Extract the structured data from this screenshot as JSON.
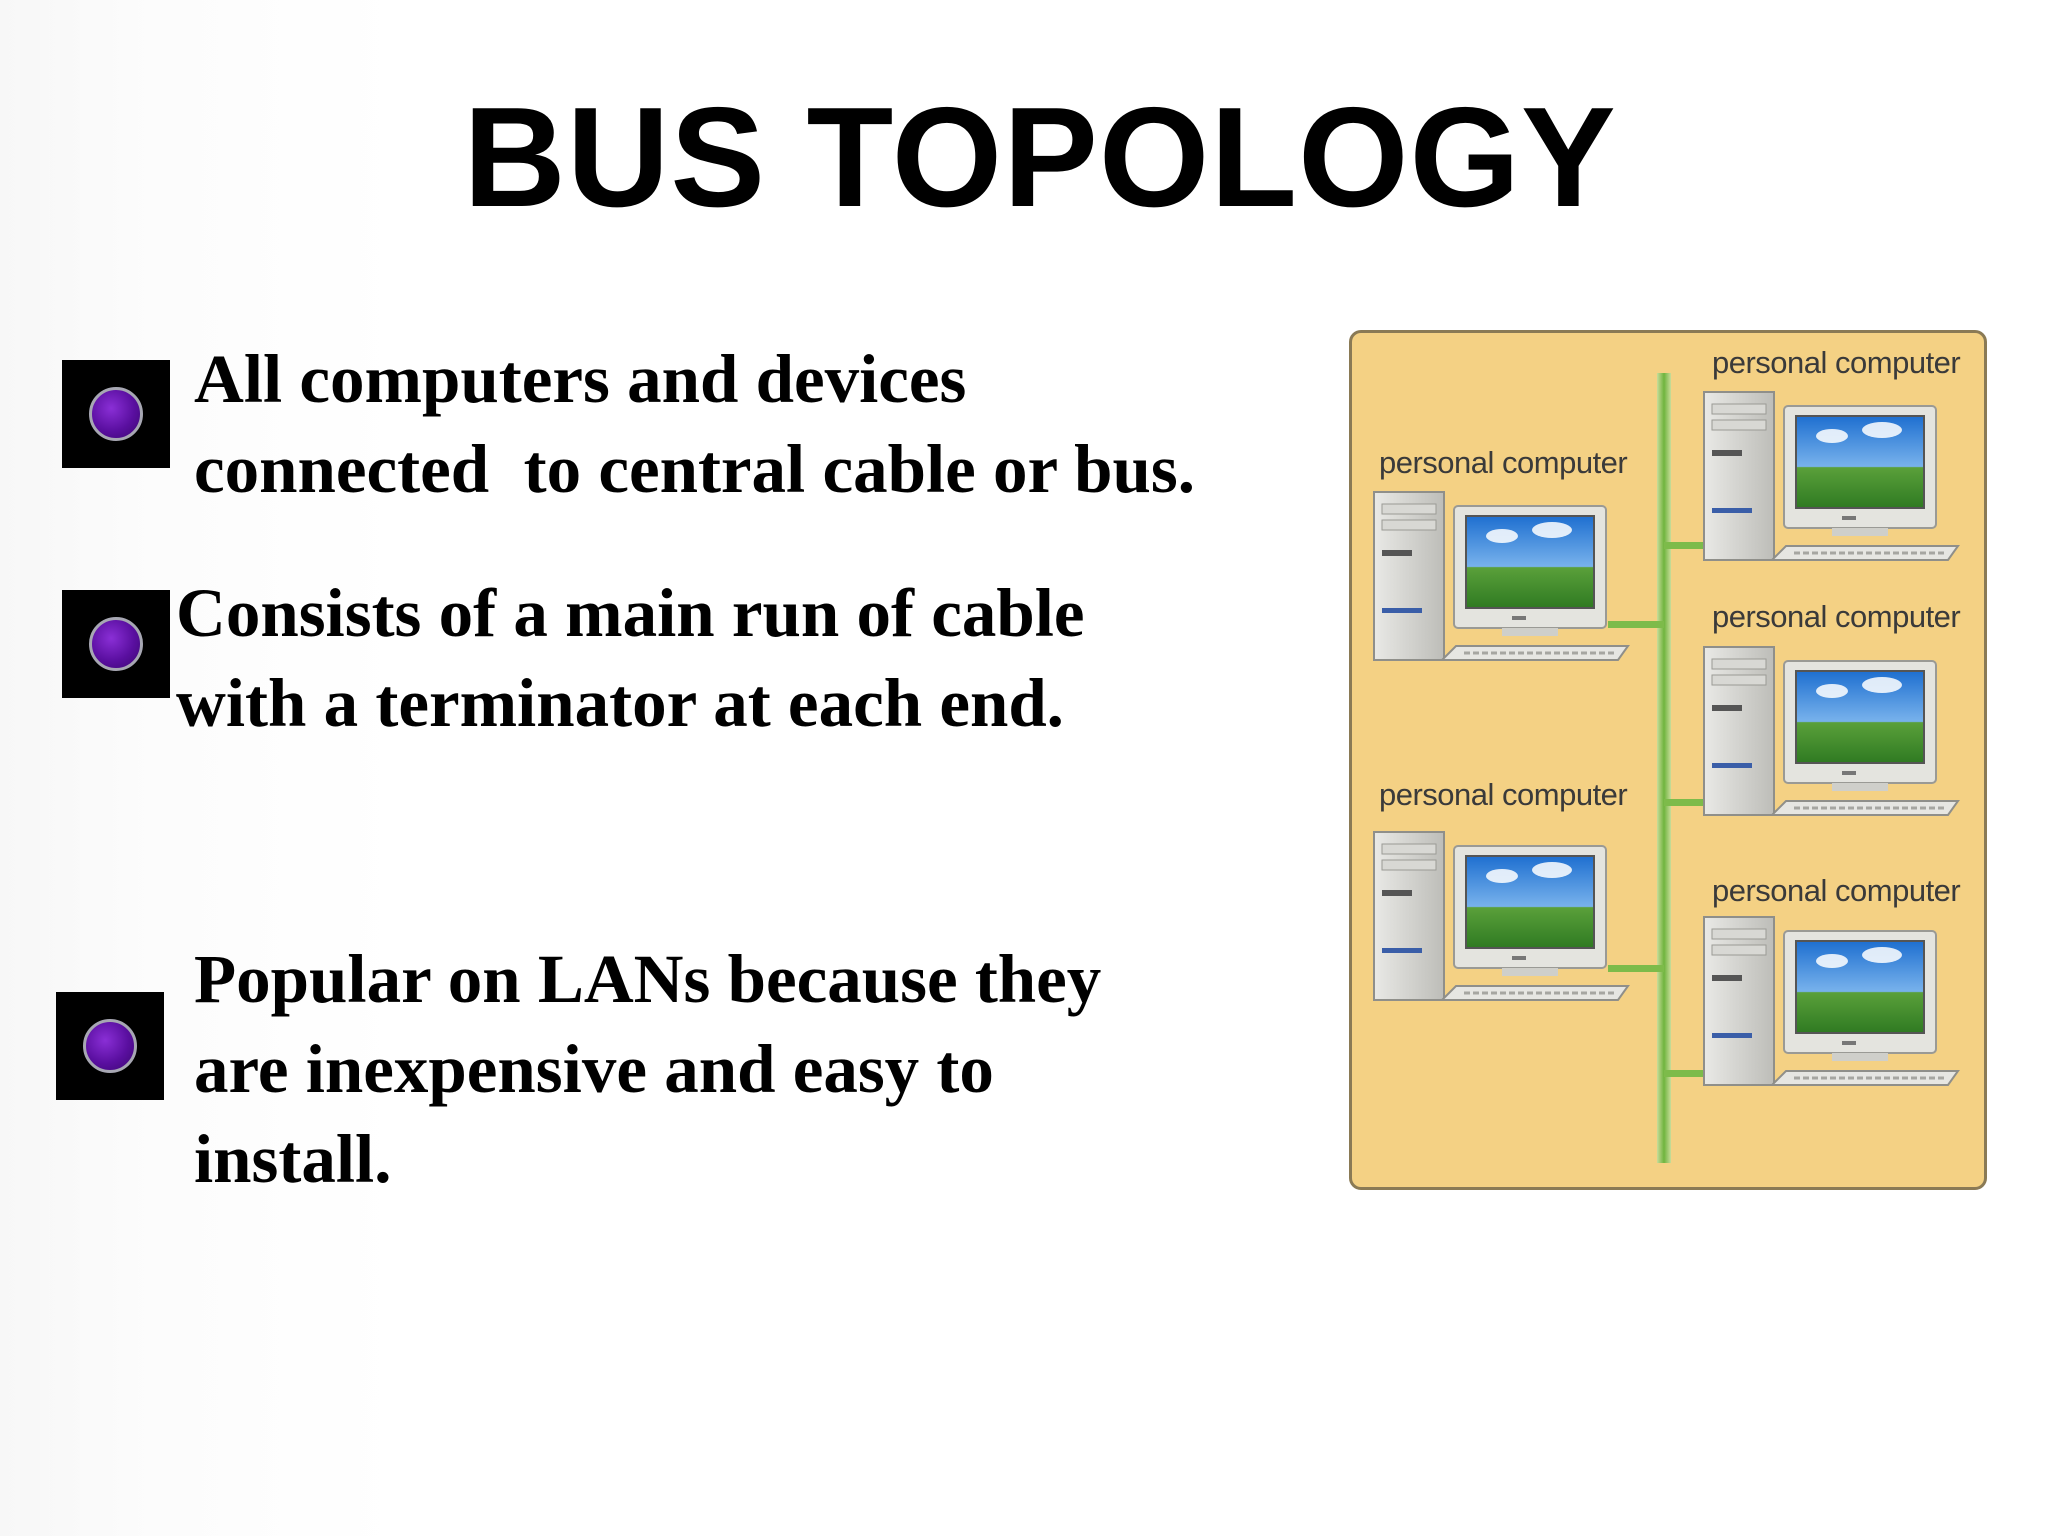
{
  "slide": {
    "title": "BUS TOPOLOGY",
    "bullets": [
      {
        "text": "All computers and devices\nconnected  to central cable or bus.",
        "icon": "purple-circle-bullet-icon"
      },
      {
        "text": "Consists of a main run of cable\nwith a terminator at each end.",
        "icon": "purple-circle-bullet-icon"
      },
      {
        "text": "Popular on LANs because they\nare inexpensive and easy to\ninstall.",
        "icon": "purple-circle-bullet-icon"
      }
    ],
    "diagram": {
      "background_color": "#f4d184",
      "bus_color": "#7dbb4a",
      "labels": [
        "personal computer",
        "personal computer",
        "personal computer",
        "personal computer",
        "personal computer"
      ]
    }
  }
}
